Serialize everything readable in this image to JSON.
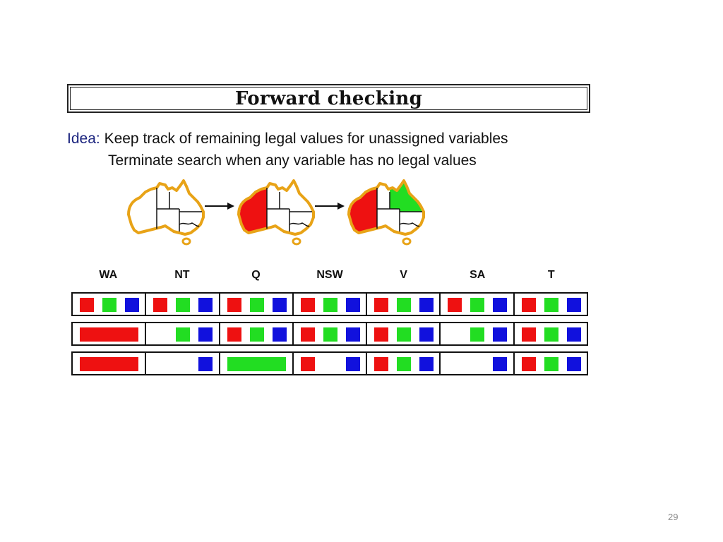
{
  "slide": {
    "title": "Forward checking",
    "idea_label": "Idea:",
    "idea_line1": "Keep track of remaining legal values for unassigned variables",
    "idea_line2": "Terminate search when any variable has no legal values",
    "page_number": "29"
  },
  "colors": {
    "red": "#ee1111",
    "green": "#22dd22",
    "blue": "#1111dd",
    "map_outline": "#e8a317"
  },
  "variables": [
    "WA",
    "NT",
    "Q",
    "NSW",
    "V",
    "SA",
    "T"
  ],
  "domains": [
    [
      [
        "red",
        "green",
        "blue"
      ],
      [
        "red",
        "green",
        "blue"
      ],
      [
        "red",
        "green",
        "blue"
      ],
      [
        "red",
        "green",
        "blue"
      ],
      [
        "red",
        "green",
        "blue"
      ],
      [
        "red",
        "green",
        "blue"
      ],
      [
        "red",
        "green",
        "blue"
      ]
    ],
    [
      [
        "red"
      ],
      [
        "green",
        "blue"
      ],
      [
        "red",
        "green",
        "blue"
      ],
      [
        "red",
        "green",
        "blue"
      ],
      [
        "red",
        "green",
        "blue"
      ],
      [
        "green",
        "blue"
      ],
      [
        "red",
        "green",
        "blue"
      ]
    ],
    [
      [
        "red"
      ],
      [
        "blue"
      ],
      [
        "green"
      ],
      [
        "red",
        "blue"
      ],
      [
        "red",
        "green",
        "blue"
      ],
      [
        "blue"
      ],
      [
        "red",
        "green",
        "blue"
      ]
    ]
  ],
  "maps": [
    {
      "WA": null,
      "Q": null
    },
    {
      "WA": "red",
      "Q": null
    },
    {
      "WA": "red",
      "Q": "green"
    }
  ]
}
